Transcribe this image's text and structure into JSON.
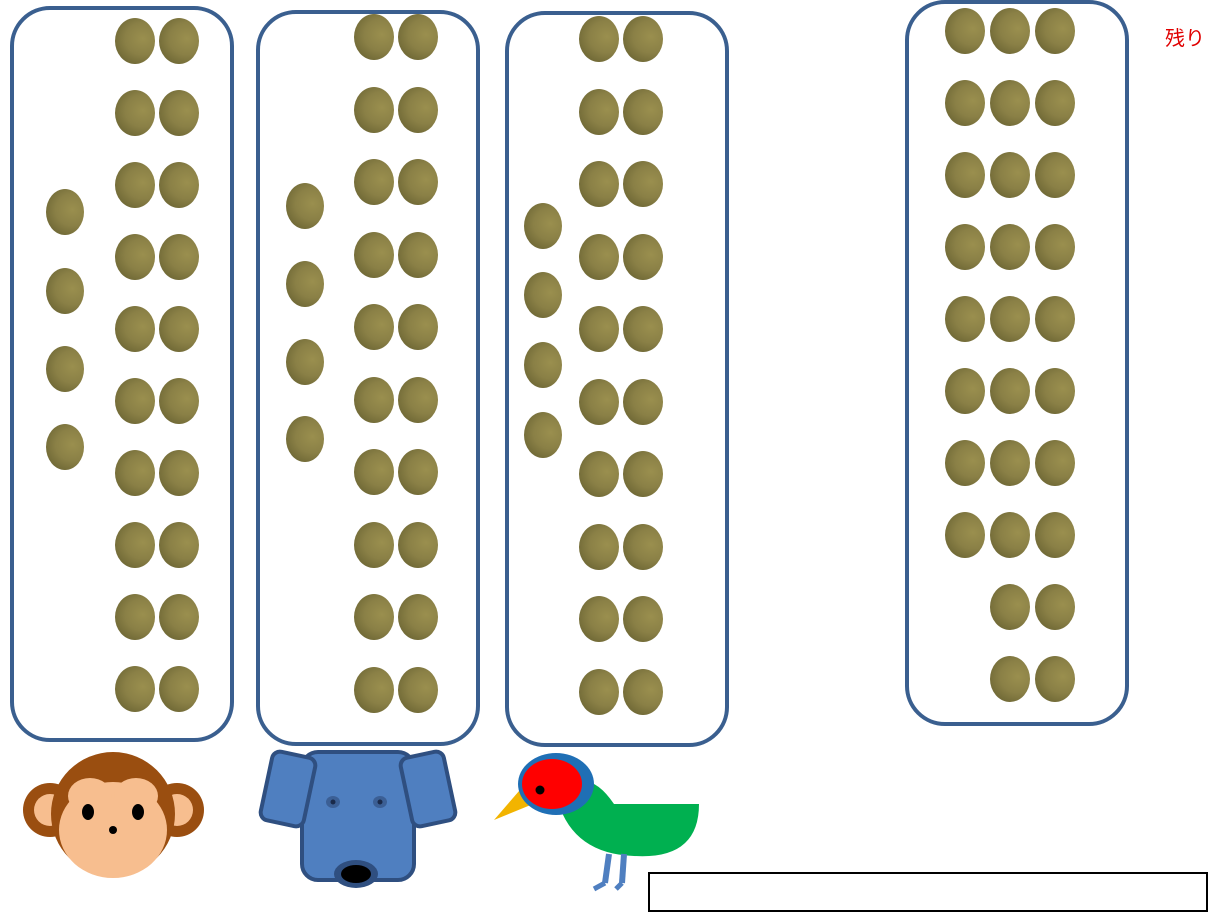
{
  "remainder_label": "残り",
  "colors": {
    "box_border": "#3a5f8f",
    "bean": "#8a8046",
    "label": "#e00000"
  },
  "groups": [
    {
      "animal": "monkey",
      "pair_rows": 10,
      "single_beans": 4
    },
    {
      "animal": "dog",
      "pair_rows": 10,
      "single_beans": 4
    },
    {
      "animal": "bird",
      "pair_rows": 10,
      "single_beans": 4
    }
  ],
  "remainder_group": {
    "triple_rows": 8,
    "pair_rows": 2
  },
  "icons": [
    "monkey-face-icon",
    "dog-face-icon",
    "bird-icon"
  ]
}
